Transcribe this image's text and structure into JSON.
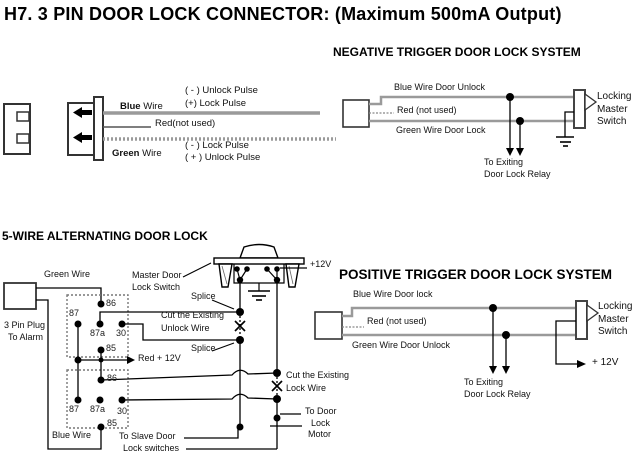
{
  "page_title": "H7. 3 PIN DOOR LOCK CONNECTOR: (Maximum 500mA Output)",
  "pinout": {
    "blue_bold": "Blue",
    "blue_rest": " Wire",
    "blue_line1": "( - ) Unlock Pulse",
    "blue_line2": "(+) Lock Pulse",
    "red_label": "Red(not used)",
    "green_bold": "Green",
    "green_rest": " Wire",
    "green_line1": "( - ) Lock Pulse",
    "green_line2": "( + ) Unlock Pulse"
  },
  "negative": {
    "title": "NEGATIVE TRIGGER DOOR LOCK SYSTEM",
    "blue_label": "Blue Wire Door Unlock",
    "red_label": "Red (not used)",
    "green_label": "Green Wire Door Lock",
    "relay_line1": "To Exiting",
    "relay_line2": "Door Lock Relay",
    "switch_line1": "Locking",
    "switch_line2": "Master",
    "switch_line3": "Switch"
  },
  "five_wire": {
    "title": "5-WIRE ALTERNATING DOOR LOCK",
    "plug_line1": "3 Pin Plug",
    "plug_line2": "To Alarm",
    "green_wire": "Green Wire",
    "blue_wire": "Blue Wire",
    "master_line1": "Master Door",
    "master_line2": "Lock Switch",
    "splice_top": "Splice",
    "splice_bottom": "Splice",
    "cut_unlock_line1": "Cut the Existing",
    "cut_unlock_line2": "Unlock Wire",
    "cut_lock_line1": "Cut the Existing",
    "cut_lock_line2": "Lock Wire",
    "red_12v": "Red + 12V",
    "plus_12v": "+12V",
    "slave_line1": "To Slave Door",
    "slave_line2": "Lock switches",
    "motor_line1": "To Door",
    "motor_line2": "Lock",
    "motor_line3": "Motor",
    "relay_pins": {
      "p86": "86",
      "p87": "87",
      "p87a": "87a",
      "p30": "30",
      "p85": "85"
    }
  },
  "positive": {
    "title": "POSITIVE TRIGGER DOOR LOCK SYSTEM",
    "blue_label": "Blue Wire Door lock",
    "red_label": "Red (not used)",
    "green_label": "Green Wire Door Unlock",
    "relay_line1": "To Exiting",
    "relay_line2": "Door Lock Relay",
    "switch_line1": "Locking",
    "switch_line2": "Master",
    "switch_line3": "Switch",
    "plus_12v": "+ 12V"
  },
  "colors": {
    "wire_gray": "#9a9a9a",
    "ink": "#000000"
  }
}
